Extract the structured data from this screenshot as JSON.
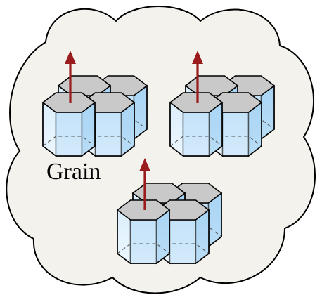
{
  "diagram": {
    "label": "Grain",
    "colors": {
      "cloud_fill": "#f4f2ec",
      "cloud_stroke": "#000000",
      "prism_side_light": "#eef8ff",
      "prism_side_mid": "#c6e4fa",
      "prism_side_dark": "#9fd0f3",
      "prism_top": "#c9c9c9",
      "arrow": "#9a1c1c",
      "outline": "#000000"
    },
    "grains": [
      {
        "name": "top-left"
      },
      {
        "name": "top-right"
      },
      {
        "name": "bottom-center"
      }
    ]
  }
}
